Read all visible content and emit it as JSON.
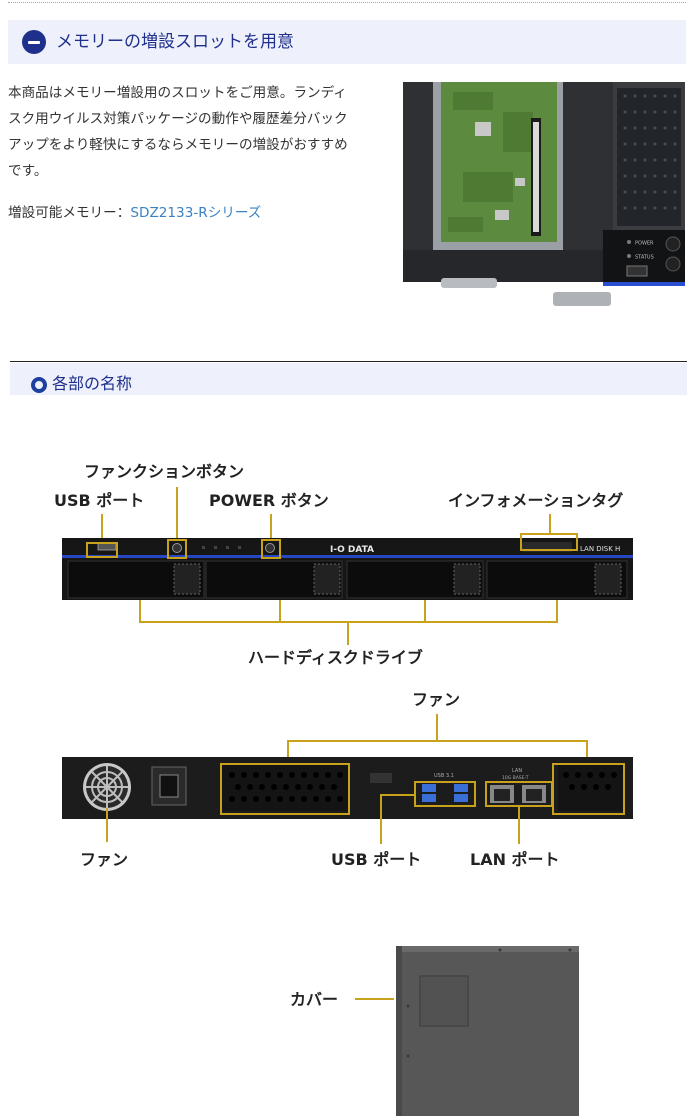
{
  "memory_section": {
    "heading": "メモリーの増設スロットを用意",
    "paragraph": [
      "本商品はメモリー増設用のスロットをご用意。ランディ",
      "スク用ウイルス対策パッケージの動作や履歴差分バック",
      "アップをより軽快にするならメモリーの増設がおすすめ",
      "です。"
    ],
    "memory_label": "増設可能メモリー：",
    "memory_link": "SDZ2133-Rシリーズ",
    "photo_panel": {
      "labels": [
        "POWER",
        "STATUS"
      ]
    }
  },
  "parts_section": {
    "heading": "各部の名称",
    "front_callouts": {
      "function_button": "ファンクションボタン",
      "usb_port": "USB ポート",
      "power_button": "POWER ボタン",
      "info_tag": "インフォメーションタグ",
      "hdd": "ハードディスクドライブ"
    },
    "front_panel_text": {
      "brand": "I-O DATA",
      "model": "LAN DISK H"
    },
    "rear_callouts": {
      "fan_top": "ファン",
      "fan_left": "ファン",
      "usb_port": "USB ポート",
      "lan_port": "LAN ポート"
    },
    "rear_panel_text": {
      "usb_label": "USB 3.1",
      "lan_label": "LAN",
      "lan_spec": "10G BASE-T"
    },
    "cover_callout": "カバー"
  },
  "colors": {
    "heading_blue": "#1e2f8c",
    "link_blue": "#3b82c4",
    "callout_gold": "#c9a21b"
  }
}
